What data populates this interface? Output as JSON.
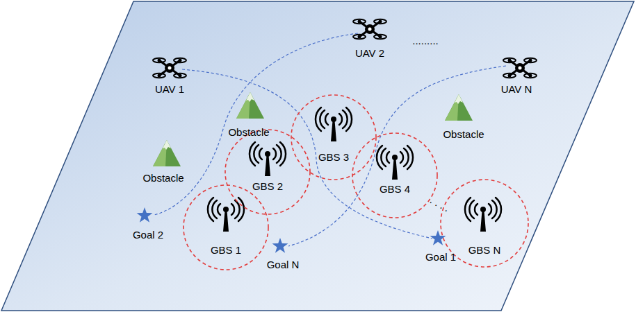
{
  "diagram": {
    "nodes": [
      {
        "text": [
          "GBS 1"
        ]
      },
      {
        "text": [
          "GBS 2"
        ]
      },
      {
        "text": [
          "GBS 3"
        ]
      },
      {
        "text": [
          "GBS 4"
        ]
      },
      {
        "text": [
          "GBS N"
        ]
      }
    ],
    "labels": [
      "UAV 1",
      "UAV 2",
      ".........",
      "UAV N",
      "Obstacle",
      "Obstacle",
      "Obstacle",
      "Goal 2",
      "Goal N",
      "Goal 1",
      ". . . ."
    ]
  }
}
